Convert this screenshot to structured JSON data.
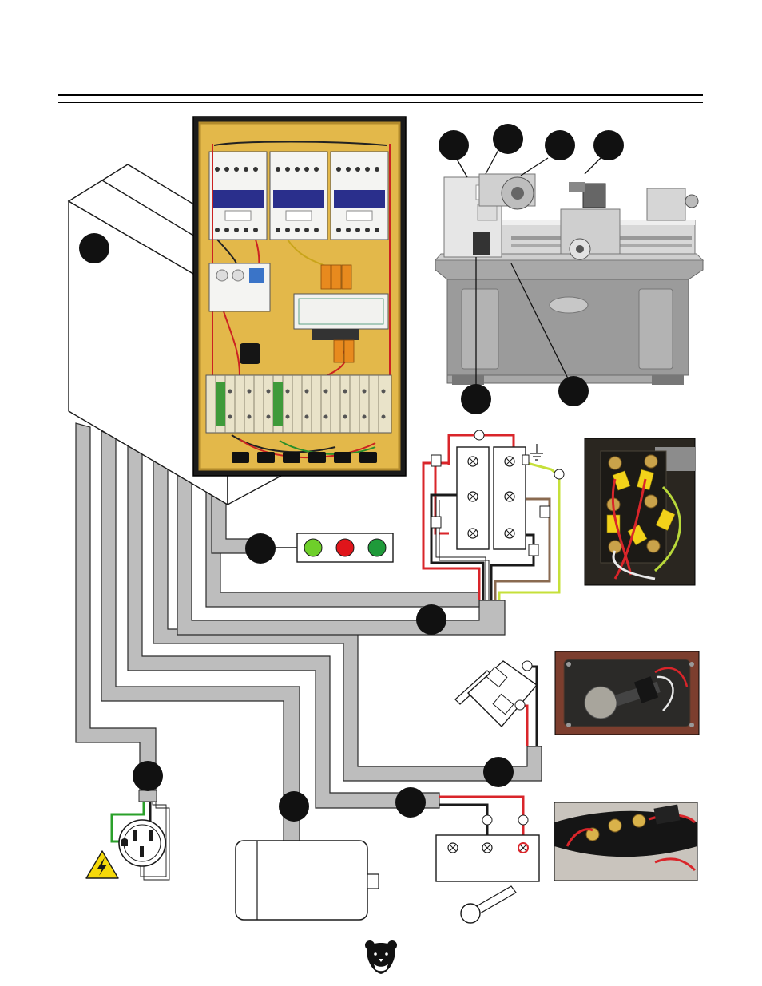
{
  "colors": {
    "cable": "#bdbdbd",
    "cable_edge": "#2b2b2b",
    "wire_red": "#d9252a",
    "wire_black": "#1a1a1a",
    "wire_white": "#ffffff",
    "wire_green": "#2aa02a",
    "wire_brown": "#8a6a50",
    "wire_yellow_green": "#c6e03a",
    "callout": "#111111",
    "panel_yellow": "#e3b84a",
    "lamp_green": "#6ecf2a",
    "lamp_red": "#e0151b",
    "lamp_dark_green": "#1f9a3a",
    "warning_yellow": "#f5d90a",
    "machine_gray": "#a8a8a8"
  },
  "components": {
    "electrical_cabinet": "electrical-cabinet",
    "control_panel_photo": "control-panel-photo",
    "lathe_photo": "lathe-photo",
    "indicator_lamps": [
      "green-lamp",
      "red-lamp",
      "green-lamp"
    ],
    "motor_terminal_block": "terminal-block",
    "terminal_photo": "terminal-photo",
    "limit_switch": "limit-switch",
    "limit_switch_photo": "limit-switch-photo",
    "spindle_switch": "spindle-switch",
    "spindle_switch_photo": "spindle-switch-photo",
    "motor": "motor",
    "power_receptacle": "power-receptacle",
    "warning_icon": "high-voltage-icon",
    "logo": "grizzly-bear-logo"
  },
  "callouts": {
    "count": 13
  }
}
